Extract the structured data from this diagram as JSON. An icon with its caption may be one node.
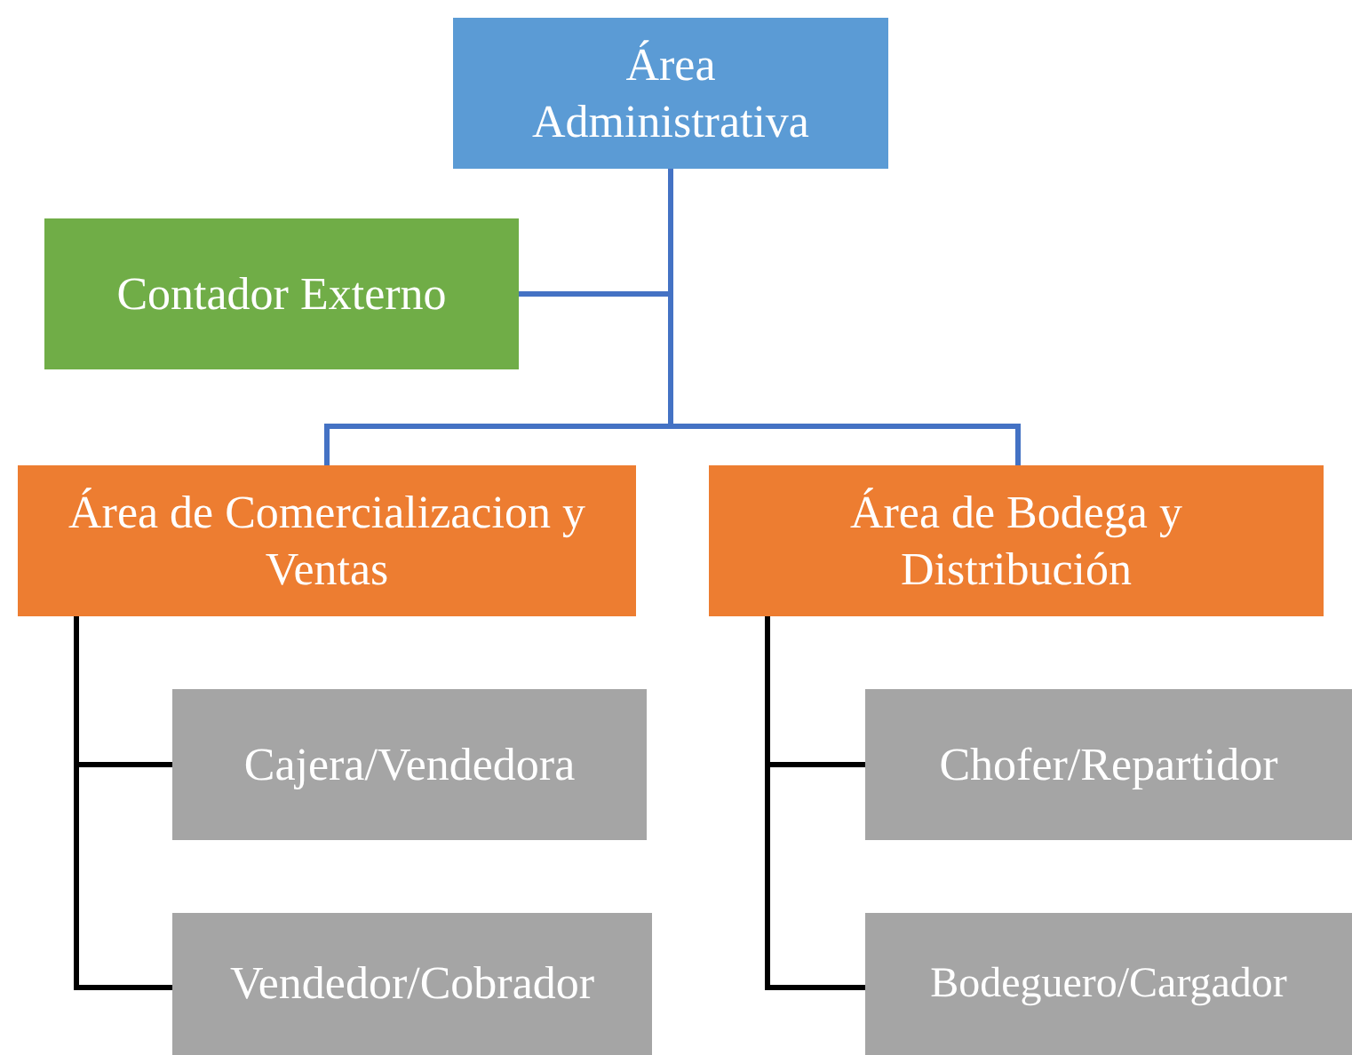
{
  "diagram": {
    "nodes": [
      {
        "text": [
          "Área Administrativa"
        ]
      },
      {
        "text": [
          "Contador Externo"
        ]
      },
      {
        "text": [
          "Área de Comercializacion y Ventas"
        ]
      },
      {
        "text": [
          "Área de Bodega y Distribución"
        ]
      },
      {
        "text": [
          "Cajera/Vendedora"
        ]
      },
      {
        "text": [
          "Vendedor/Cobrador"
        ]
      },
      {
        "text": [
          "Chofer/Repartidor"
        ]
      },
      {
        "text": [
          "Bodeguero/Cargador"
        ]
      }
    ],
    "edges": [
      {
        "from": 0,
        "to": 1,
        "arrow": "none",
        "color": "#4472c4"
      },
      {
        "from": 0,
        "to": 2,
        "arrow": "none",
        "color": "#4472c4"
      },
      {
        "from": 0,
        "to": 3,
        "arrow": "none",
        "color": "#4472c4"
      },
      {
        "from": 2,
        "to": 4,
        "arrow": "none"
      },
      {
        "from": 2,
        "to": 5,
        "arrow": "none"
      },
      {
        "from": 3,
        "to": 6,
        "arrow": "none"
      },
      {
        "from": 3,
        "to": 7,
        "arrow": "none"
      }
    ]
  }
}
